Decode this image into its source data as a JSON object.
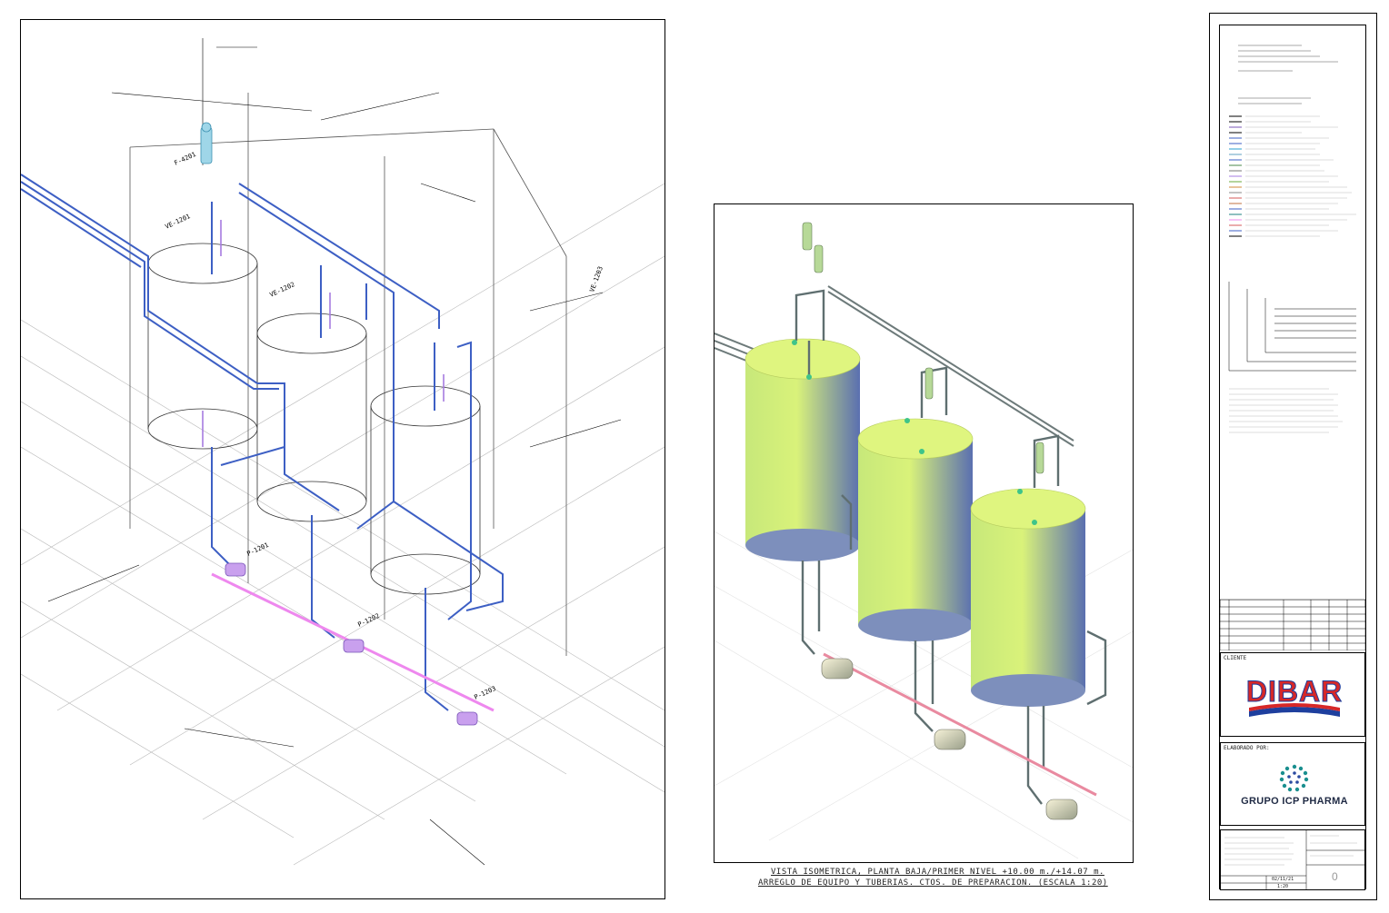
{
  "drawing": {
    "equipment_tags": {
      "filter_top": "F-4201",
      "vessel_1": "VE-1201",
      "vessel_2": "VE-1202",
      "vessel_3": "VE-1203",
      "pump_1": "P-1201",
      "pump_2": "P-1202",
      "pump_3": "P-1203"
    }
  },
  "render": {
    "caption_line1": "VISTA ISOMETRICA, PLANTA BAJA/PRIMER NIVEL +10.00 m./+14.07 m.",
    "caption_line2": "ARREGLO DE EQUIPO Y TUBERIAS. CTOS. DE PREPARACION. (ESCALA 1:20)"
  },
  "title_block": {
    "client_label": "CLIENTE",
    "client_logo_text": "DIBAR",
    "prepared_label": "ELABORADO POR:",
    "company_name": "GRUPO ICP PHARMA",
    "date_value": "02/11/21",
    "scale_value": "1:20",
    "revision_value": "0"
  },
  "colors": {
    "vessel_top": "#d9f27a",
    "vessel_bottom": "#5a6fb0",
    "pipe_blue": "#3d5fc4",
    "pipe_purple": "#a67be0",
    "pipe_pink": "#ee88ee",
    "logo_red": "#d62828",
    "logo_blue": "#1e3f9e",
    "icp_teal": "#1a8f8f"
  }
}
